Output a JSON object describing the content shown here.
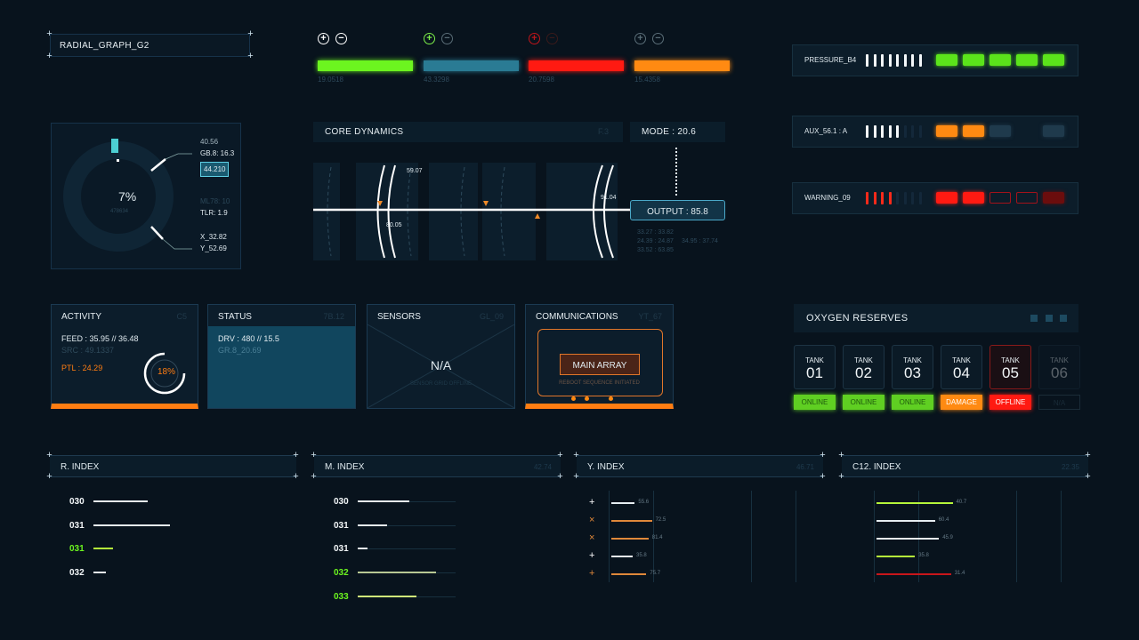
{
  "radial": {
    "title": "RADIAL_GRAPH_G2",
    "percent": "7%",
    "sub": "478634",
    "v1": "40.56",
    "v2": "GB.8: 16.3",
    "v3": "44.210",
    "v4": "ML78: 10",
    "v5": "TLR: 1.9",
    "x": "X_32.82",
    "y": "Y_52.69"
  },
  "bars": [
    {
      "value": "19.0518",
      "color": "#6cf51f",
      "fill": 1
    },
    {
      "value": "43.3298",
      "color": "#2a7b94",
      "fill": 1
    },
    {
      "value": "20.7598",
      "color": "#ff1a12",
      "fill": 1
    },
    {
      "value": "15.4358",
      "color": "#ff8a12",
      "fill": 1
    }
  ],
  "core": {
    "title": "CORE DYNAMICS",
    "code": "F.3",
    "mode": "MODE : 20.6",
    "l1": "59.07",
    "l2": "80.05",
    "l3": "91.04",
    "output": "OUTPUT : 85.8",
    "r1": "33.27 : 33.82",
    "r2": "24.39 : 24.87",
    "r3": "34.95 : 37.74",
    "r4": "33.52 : 63.85"
  },
  "status_rows": [
    {
      "label": "PRESSURE_B4",
      "ticks": 8,
      "lit": 8,
      "blocks": [
        "#5be31b",
        "#5be31b",
        "#5be31b",
        "#5be31b",
        "#5be31b"
      ]
    },
    {
      "label": "AUX_56.1 : A",
      "ticks": 8,
      "lit": 5,
      "blocks": [
        "#ff8a12",
        "#ff8a12",
        "#1f3a4c",
        "",
        "#1f3a4c"
      ]
    },
    {
      "label": "WARNING_09",
      "ticks": 8,
      "lit": 4,
      "blocks": [
        "#ff1a12",
        "#ff1a12",
        "outline",
        "outline",
        "#6b0d0d"
      ]
    }
  ],
  "cards": {
    "activity": {
      "title": "ACTIVITY",
      "code": "C5",
      "feed": "FEED : 35.95 // 36.48",
      "src": "SRC : 49.1337",
      "ptl": "PTL : 24.29",
      "pct": "18%"
    },
    "status": {
      "title": "STATUS",
      "code": "7B.12",
      "drv": "DRV : 480 // 15.5",
      "gr": "GR.8_20.69"
    },
    "sensors": {
      "title": "SENSORS",
      "code": "GL_09",
      "na": "N/A",
      "sub": "SENSOR GRID OFFLINE"
    },
    "comms": {
      "title": "COMMUNICATIONS",
      "code": "YT_67",
      "button": "MAIN ARRAY",
      "sub": "REBOOT SEQUENCE INITIATED"
    }
  },
  "oxygen": {
    "title": "OXYGEN RESERVES",
    "tank_label": "TANK",
    "tanks": [
      {
        "num": "01",
        "status": "ONLINE",
        "color": "#5fcf22"
      },
      {
        "num": "02",
        "status": "ONLINE",
        "color": "#5fcf22"
      },
      {
        "num": "03",
        "status": "ONLINE",
        "color": "#5fcf22"
      },
      {
        "num": "04",
        "status": "DAMAGE",
        "color": "#ff8a12"
      },
      {
        "num": "05",
        "status": "OFFLINE",
        "color": "#ff1a12"
      },
      {
        "num": "06",
        "status": "N/A",
        "color": ""
      }
    ]
  },
  "indexes": [
    {
      "title": "R. INDEX",
      "code": "",
      "rows": [
        {
          "id": "030",
          "v": 0.55,
          "c": "#e6eef2"
        },
        {
          "id": "031",
          "v": 0.78,
          "c": "#e6eef2"
        },
        {
          "id": "031",
          "v": 0.2,
          "c": "#b5f53a",
          "green": true
        },
        {
          "id": "032",
          "v": 0.13,
          "c": "#e6eef2"
        }
      ]
    },
    {
      "title": "M. INDEX",
      "code": "42.74",
      "rows": [
        {
          "id": "030",
          "v": 0.53,
          "c": "#e6eef2"
        },
        {
          "id": "031",
          "v": 0.3,
          "c": "#e6eef2"
        },
        {
          "id": "031",
          "v": 0.1,
          "c": "#e6eef2"
        },
        {
          "id": "032",
          "v": 0.8,
          "c": "#b7c893",
          "green": true
        },
        {
          "id": "033",
          "v": 0.6,
          "c": "#d0f07a",
          "green": true
        }
      ]
    },
    {
      "title": "Y. INDEX",
      "code": "46.71",
      "rows": [
        {
          "m": "+",
          "v": "55.6",
          "f": 0.55,
          "c": "#e6eef2"
        },
        {
          "m": "×",
          "v": "72.5",
          "f": 0.95,
          "c": "#e0883a"
        },
        {
          "m": "×",
          "v": "81.4",
          "f": 0.87,
          "c": "#e0883a"
        },
        {
          "m": "+",
          "v": "35.8",
          "f": 0.5,
          "c": "#e6eef2"
        },
        {
          "m": "+",
          "v": "75.7",
          "f": 0.82,
          "c": "#e0883a"
        }
      ]
    },
    {
      "title": "C12. INDEX",
      "code": "22.35",
      "rows": [
        {
          "v": "40.7",
          "f": 0.95,
          "c": "#b5f53a"
        },
        {
          "v": "60.4",
          "f": 0.73,
          "c": "#e6eef2"
        },
        {
          "v": "45.9",
          "f": 0.78,
          "c": "#e6eef2"
        },
        {
          "v": "35.8",
          "f": 0.48,
          "c": "#b5f53a"
        },
        {
          "v": "31.4",
          "f": 0.93,
          "c": "#c8161a"
        }
      ]
    }
  ]
}
